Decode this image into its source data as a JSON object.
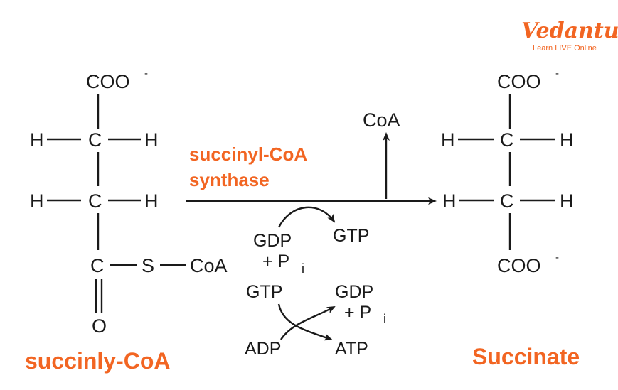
{
  "brand": {
    "name": "Vedantu",
    "tagline": "Learn LIVE Online",
    "color": "#f26522"
  },
  "reactant": {
    "name": "succinly-CoA",
    "top_group": "COO",
    "top_charge": "-",
    "atoms": {
      "H": "H",
      "C": "C",
      "S": "S",
      "O": "O",
      "CoA": "CoA"
    }
  },
  "enzyme": {
    "line1": "succinyl-CoA",
    "line2": "synthase"
  },
  "released": "CoA",
  "coupled_reaction_1": {
    "input_gdp": "GDP",
    "input_pi_plus": "+ P",
    "input_pi_sub": "i",
    "output": "GTP"
  },
  "coupled_reaction_2": {
    "input_gtp": "GTP",
    "input_adp": "ADP",
    "output_gdp": "GDP",
    "output_pi_plus": "+ P",
    "output_pi_sub": "i",
    "output_atp": "ATP"
  },
  "product": {
    "name": "Succinate",
    "top_group": "COO",
    "top_charge": "-",
    "bottom_group": "COO",
    "bottom_charge": "-"
  }
}
